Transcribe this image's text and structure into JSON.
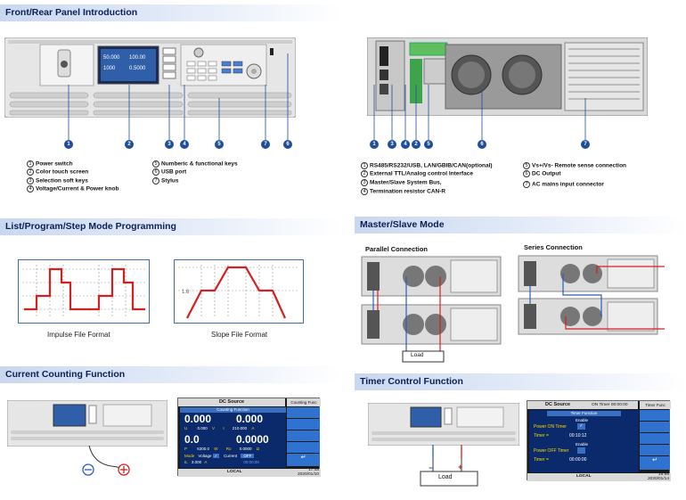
{
  "sections": {
    "front_rear": "Front/Rear Panel Introduction",
    "programming": "List/Program/Step Mode Programming",
    "master_slave": "Master/Slave Mode",
    "counting": "Current  Counting Function",
    "timer": "Timer Control Function"
  },
  "front_labels": [
    {
      "n": "1",
      "t": "Power switch"
    },
    {
      "n": "2",
      "t": "Color touch screen"
    },
    {
      "n": "3",
      "t": "Selection soft keys"
    },
    {
      "n": "4",
      "t": "Voltage/Current & Power knob"
    },
    {
      "n": "5",
      "t": "Numberic & functional keys"
    },
    {
      "n": "6",
      "t": "USB port"
    },
    {
      "n": "7",
      "t": "Stylus"
    }
  ],
  "rear_labels": [
    {
      "n": "1",
      "t": "RS485/RS232/USB, LAN/GBIB/CAN(optional)"
    },
    {
      "n": "2",
      "t": "External TTL/Analog control Interface"
    },
    {
      "n": "3",
      "t": "Master/Slave System Bus,"
    },
    {
      "n": "4",
      "t": "Termination resistor CAN-R"
    },
    {
      "n": "5",
      "t": "Vs+/Vs- Remote sense connection"
    },
    {
      "n": "6",
      "t": "DC Output"
    },
    {
      "n": "7",
      "t": "AC mains input connector"
    }
  ],
  "front_callouts": [
    "1",
    "2",
    "3",
    "4",
    "5",
    "7",
    "6"
  ],
  "rear_callouts": [
    "1",
    "3",
    "4",
    "2",
    "5",
    "6",
    "7"
  ],
  "captions": {
    "impulse": "Impulse File Format",
    "slope": "Slope File Format"
  },
  "connections": {
    "parallel": "Parallel Connection",
    "series": "Series Connection",
    "load": "Load"
  },
  "counting_screen": {
    "title": "DC Source",
    "subtitle": "Counting Function",
    "side_tab": "Counting Func",
    "v1": "0.000",
    "v2": "0.000",
    "u_label": "U",
    "u_val": "0.000",
    "u_unit": "V",
    "i_label": "I",
    "i_val": "210.000",
    "i_unit": "A",
    "p1": "0.0",
    "p2": "0.0000",
    "p_label": "P",
    "p_val": "6300.0",
    "p_unit": "W",
    "ro_label": "Ro",
    "ro_val": "0.0000",
    "ro_unit": "Ω",
    "mode": "Mode",
    "voltage": "Voltage",
    "current": "Current",
    "off": "OFF",
    "il": "IL",
    "il_val": "3.000",
    "il_unit": "A",
    "time": "00:00:00",
    "status": "LOCAL",
    "clock1": "17:48",
    "clock2": "2020/01/10"
  },
  "timer_screen": {
    "title": "DC Source",
    "on_timer": "ON Timer  00:00:00",
    "side_tab": "Timer Func",
    "subtitle": "Timer Function",
    "enable1": "Enable",
    "power_on": "Power ON Timer",
    "timer_label1": "Timer  =",
    "timer_val1": "00:10:12",
    "enable2": "Enable",
    "power_off": "Power OFF Timer",
    "timer_label2": "Timer  =",
    "timer_val2": "00:00:00",
    "status": "LOCAL",
    "clock1": "15:55",
    "clock2": "2020/01/14"
  },
  "load_label": "Load"
}
